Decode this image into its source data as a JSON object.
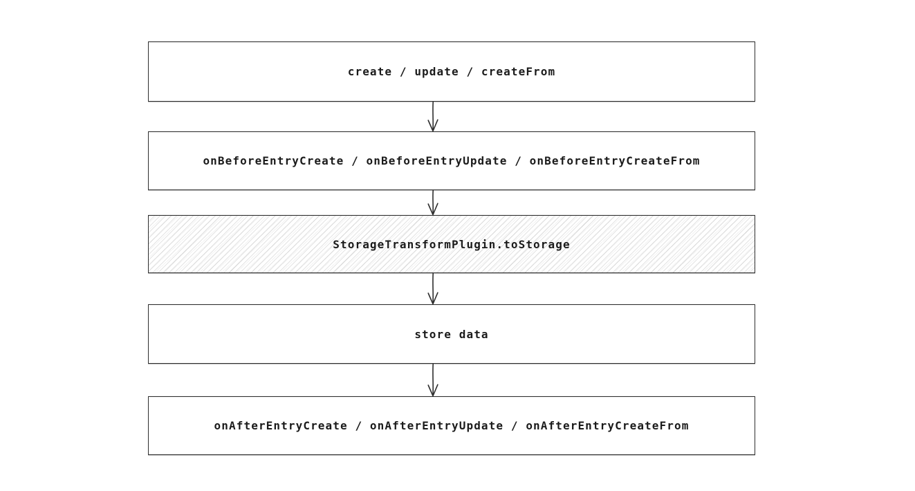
{
  "diagram": {
    "type": "flowchart",
    "direction": "top-down",
    "colors": {
      "stroke": "#2d2d2d",
      "text": "#1b1b1b",
      "hachure_fill": "#e0e0e0",
      "canvas": "#ffffff"
    },
    "nodes": [
      {
        "label": "create / update / createFrom",
        "fill": "white"
      },
      {
        "label": "onBeforeEntryCreate / onBeforeEntryUpdate / onBeforeEntryCreateFrom",
        "fill": "white"
      },
      {
        "label": "StorageTransformPlugin.toStorage",
        "fill": "hachure"
      },
      {
        "label": "store data",
        "fill": "white"
      },
      {
        "label": "onAfterEntryCreate / onAfterEntryUpdate / onAfterEntryCreateFrom",
        "fill": "white"
      }
    ],
    "edges": [
      {
        "from": 0,
        "to": 1,
        "style": "arrow-down"
      },
      {
        "from": 1,
        "to": 2,
        "style": "arrow-down"
      },
      {
        "from": 2,
        "to": 3,
        "style": "arrow-down"
      },
      {
        "from": 3,
        "to": 4,
        "style": "arrow-down"
      }
    ]
  }
}
